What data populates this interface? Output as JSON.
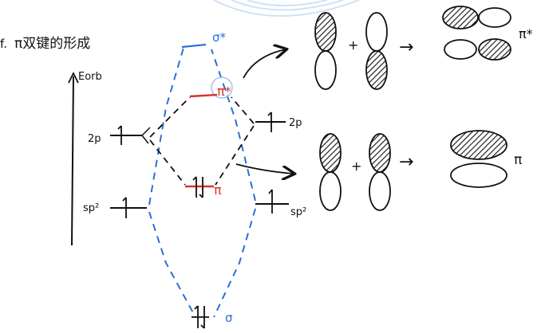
{
  "heading": "π双键的形成",
  "energy_axis_label": "Eorb",
  "colors": {
    "ink": "#111111",
    "sigma_lines": "#2a6fd6",
    "pi_lines": "#d8332a",
    "connector": "#111111",
    "watermark": "#cfe1f7"
  },
  "levels": {
    "left_2p": "2p",
    "left_sp2": "sp²",
    "right_2p": "2p",
    "right_sp2": "sp²",
    "sigma_star": "σ*",
    "pi_star": "π*",
    "pi": "π",
    "sigma": "σ"
  },
  "orbital_rows": {
    "antibonding_result": "π*",
    "bonding_result": "π",
    "plus": "+",
    "arrow": "→"
  }
}
